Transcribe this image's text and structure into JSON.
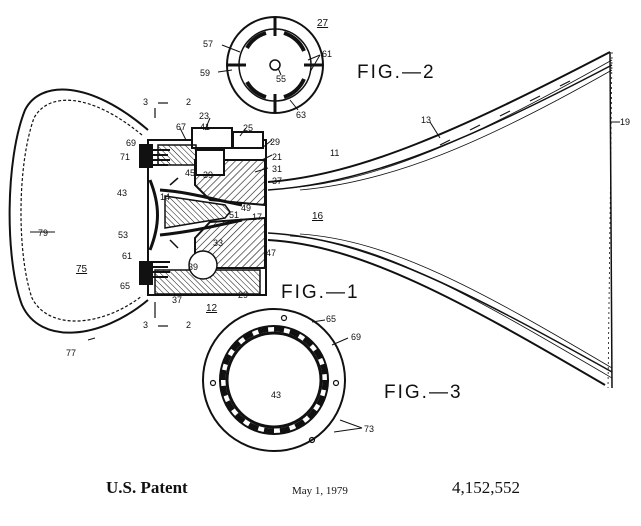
{
  "figures": {
    "fig1": {
      "label": "FIG.—1"
    },
    "fig2": {
      "label": "FIG.—2"
    },
    "fig3": {
      "label": "FIG.—3"
    }
  },
  "refs": {
    "n11": "11",
    "n12": "12",
    "n13": "13",
    "n14": "14",
    "n16": "16",
    "n17": "17",
    "n19": "19",
    "n21": "21",
    "n23": "23",
    "n25": "25",
    "n27": "27",
    "n29a": "29",
    "n29b": "29",
    "n31": "31",
    "n33": "33",
    "n37a": "37",
    "n37b": "37",
    "n39": "39",
    "n41": "41",
    "n43": "43",
    "n45": "45",
    "n47": "47",
    "n49": "49",
    "n51": "51",
    "n53": "53",
    "n55": "55",
    "n57": "57",
    "n59": "59",
    "n61": "61",
    "n63": "63",
    "n65": "65",
    "n65b": "65",
    "n67": "67",
    "n69": "69",
    "n69b": "69",
    "n71": "71",
    "n73": "73",
    "n75": "75",
    "n77": "77",
    "n79": "79",
    "n43b": "43",
    "sec3a": "3",
    "sec2a": "2",
    "sec3b": "3",
    "sec2b": "2",
    "fig2num": "27"
  },
  "footer": {
    "publication": "U.S. Patent",
    "date": "May 1, 1979",
    "patent_number": "4,152,552"
  }
}
